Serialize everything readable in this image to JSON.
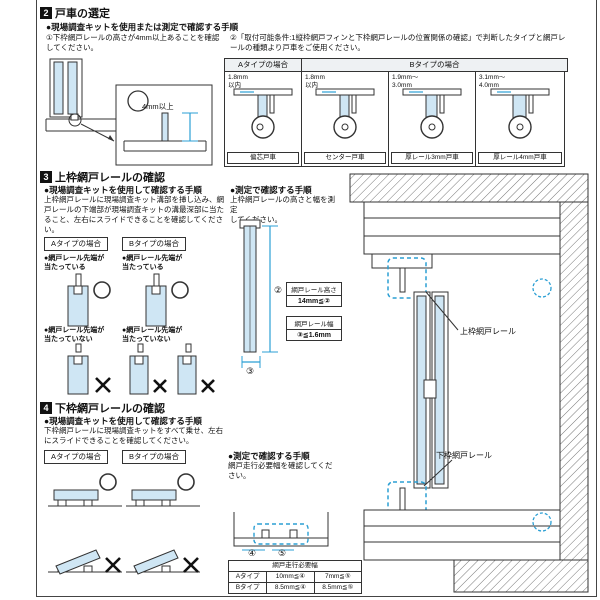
{
  "colors": {
    "panel_blue": "#cfe6f4",
    "annot_blue": "#2b9fd4",
    "line": "#333333"
  },
  "sec2": {
    "num": "2",
    "title": "戸車の選定",
    "bullet": "●現場調査キットを使用または測定で確認する手順",
    "step1": "①下枠網戸レールの高さが4mm以上あることを確認してください。",
    "step2": "②「取付可能条件:1縦枠網戸フィンと下枠網戸レールの位置関係の確認」で判断したタイプと網戸レールの種類より戸車をご使用ください。",
    "dim_note": "4mm以上",
    "type_a": "Aタイプの場合",
    "type_b": "Bタイプの場合",
    "rollers": [
      {
        "dim": "1.8mm\n以内",
        "name": "偏芯戸車"
      },
      {
        "dim": "1.8mm\n以内",
        "name": "センター戸車"
      },
      {
        "dim": "1.9mm〜\n3.0mm",
        "name": "厚レール3mm戸車"
      },
      {
        "dim": "3.1mm〜\n4.0mm",
        "name": "厚レール4mm戸車"
      }
    ]
  },
  "sec3": {
    "num": "3",
    "title": "上枠網戸レールの確認",
    "bullet_kit": "●現場調査キットを使用して確認する手順",
    "kit_text": "上枠網戸レールに現場調査キット溝部を挿し込み、網戸レールの下端部が現場調査キットの溝最深部に当たること、左右にスライドできることを確認してください。",
    "type_a": "Aタイプの場合",
    "type_b": "Bタイプの場合",
    "ok_label": "●網戸レール先端が\n当たっている",
    "ng_label": "●網戸レール先端が\n当たっていない",
    "bullet_measure": "●測定で確認する手順",
    "measure_text": "上枠網戸レールの高さと幅を測定\nしてください。",
    "rail_height_label": "網戸レール高さ",
    "rail_height_value": "14mm≦②",
    "rail_width_label": "網戸レール幅",
    "rail_width_value": "③≦1.6mm",
    "upper_rail_label": "上枠網戸レール",
    "c2": "②",
    "c3": "③"
  },
  "sec4": {
    "num": "4",
    "title": "下枠網戸レールの確認",
    "bullet_kit": "●現場調査キットを使用して確認する手順",
    "kit_text": "下枠網戸レールに現場調査キットをすべて乗せ、左右にスライドできることを確認してください。",
    "type_a": "Aタイプの場合",
    "type_b": "Bタイプの場合",
    "bullet_measure": "●測定で確認する手順",
    "measure_text": "網戸走行必要幅を確認してください。",
    "lower_rail_label": "下枠網戸レール",
    "c4": "④",
    "c5": "⑤",
    "table_title": "網戸走行必要幅",
    "table_rows": [
      {
        "type": "Aタイプ",
        "w4": "10mm≦④",
        "w5": "7mm≦⑤"
      },
      {
        "type": "Bタイプ",
        "w4": "8.5mm≦④",
        "w5": "8.5mm≦⑤"
      }
    ]
  }
}
